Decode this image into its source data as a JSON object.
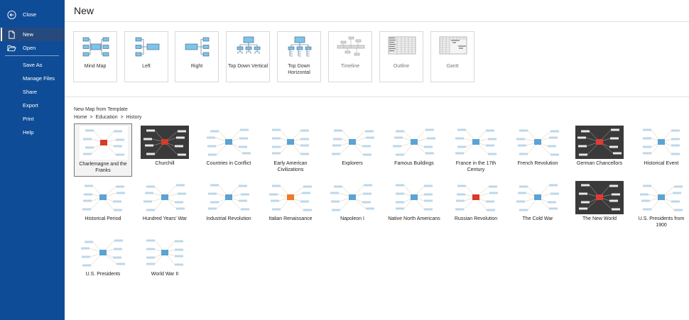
{
  "sidebar": {
    "background": "#0f4c97",
    "items": [
      {
        "label": "Close",
        "icon": "back-arrow-icon"
      },
      {
        "label": "New",
        "icon": "document-icon",
        "active": true
      },
      {
        "label": "Open",
        "icon": "folder-open-icon"
      },
      {
        "label": "Save As"
      },
      {
        "label": "Manage Files"
      },
      {
        "label": "Share"
      },
      {
        "label": "Export"
      },
      {
        "label": "Print"
      },
      {
        "label": "Help"
      }
    ]
  },
  "main": {
    "title": "New",
    "blank_maps": [
      {
        "label": "Mind Map",
        "enabled": true
      },
      {
        "label": "Left",
        "enabled": true
      },
      {
        "label": "Right",
        "enabled": true
      },
      {
        "label": "Top Down Vertical",
        "enabled": true
      },
      {
        "label": "Top Down Horizontal",
        "enabled": true
      },
      {
        "label": "Timeline",
        "enabled": false
      },
      {
        "label": "Outline",
        "enabled": false
      },
      {
        "label": "Gantt",
        "enabled": false
      }
    ],
    "template_section_title": "New Map from Template",
    "breadcrumb": "Home  >  Education  >  History",
    "templates": [
      {
        "label": "Charlemagne and the Franks",
        "selected": true,
        "dark": false
      },
      {
        "label": "Churchill",
        "dark": true
      },
      {
        "label": "Countries in Conflict"
      },
      {
        "label": "Early American Civilizations"
      },
      {
        "label": "Explorers"
      },
      {
        "label": "Famous Buildings"
      },
      {
        "label": "France in the 17th Century"
      },
      {
        "label": "French Revolution"
      },
      {
        "label": "German Chancellors",
        "dark": true
      },
      {
        "label": "Historical Event"
      },
      {
        "label": "Historical Period"
      },
      {
        "label": "Hundred Years' War"
      },
      {
        "label": "Industrial Revolution"
      },
      {
        "label": "Italian Renaissance"
      },
      {
        "label": "Napoleon I"
      },
      {
        "label": "Native North Americans"
      },
      {
        "label": "Russian Revolution"
      },
      {
        "label": "The Cold War"
      },
      {
        "label": "The New World",
        "dark": true
      },
      {
        "label": "U.S. Presidents from 1900"
      },
      {
        "label": "U.S. Presidents"
      },
      {
        "label": "World War II"
      }
    ]
  },
  "colors": {
    "node_fill": "#7ec4ea",
    "node_stroke": "#3b5f7a",
    "dark_thumb": "#3a3a3a",
    "accent_red": "#e53935"
  }
}
